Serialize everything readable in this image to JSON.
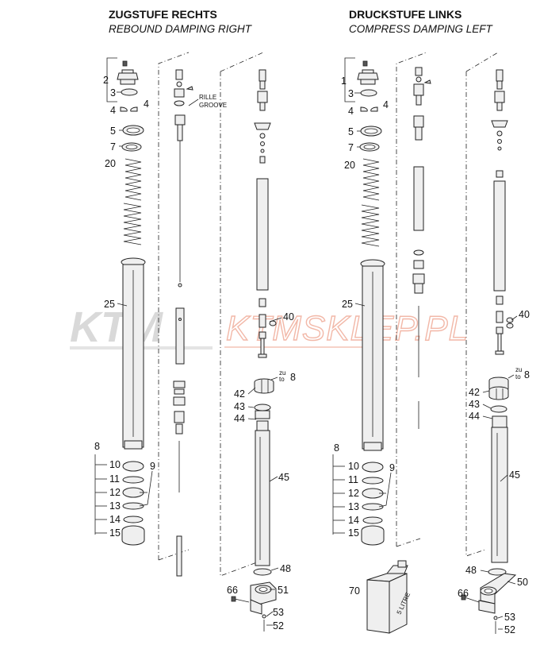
{
  "header_right": {
    "title": "ZUGSTUFE RECHTS",
    "subtitle": "REBOUND DAMPING RIGHT"
  },
  "header_left": {
    "title": "DRUCKSTUFE LINKS",
    "subtitle": "COMPRESS DAMPING LEFT"
  },
  "watermark": {
    "logo": "KTM",
    "site": "KTMSKLEP.PL"
  },
  "groove_label": {
    "line1": "RILLE",
    "line2": "GROOVE"
  },
  "zu_label": {
    "line1": "zu",
    "line2": "to"
  },
  "can_label": "5 LITRE",
  "labels_right": {
    "l2": "2",
    "l3": "3",
    "l4a": "4",
    "l4b": "4",
    "l5": "5",
    "l7": "7",
    "l20": "20",
    "l25": "25",
    "l8": "8",
    "l10": "10",
    "l11": "11",
    "l12": "12",
    "l13": "13",
    "l14": "14",
    "l15": "15",
    "l9": "9",
    "l40": "40",
    "l8zu": "8",
    "l42": "42",
    "l43": "43",
    "l44": "44",
    "l45": "45",
    "l48": "48",
    "l66": "66",
    "l51": "51",
    "l53": "53",
    "l52": "52"
  },
  "labels_left": {
    "l1": "1",
    "l3": "3",
    "l4a": "4",
    "l4b": "4",
    "l5": "5",
    "l7": "7",
    "l20": "20",
    "l25": "25",
    "l8": "8",
    "l10": "10",
    "l11": "11",
    "l12": "12",
    "l13": "13",
    "l14": "14",
    "l15": "15",
    "l9": "9",
    "l40": "40",
    "l8zu": "8",
    "l42": "42",
    "l43": "43",
    "l44": "44",
    "l45": "45",
    "l48": "48",
    "l70": "70",
    "l66": "66",
    "l50": "50",
    "l53": "53",
    "l52": "52"
  }
}
